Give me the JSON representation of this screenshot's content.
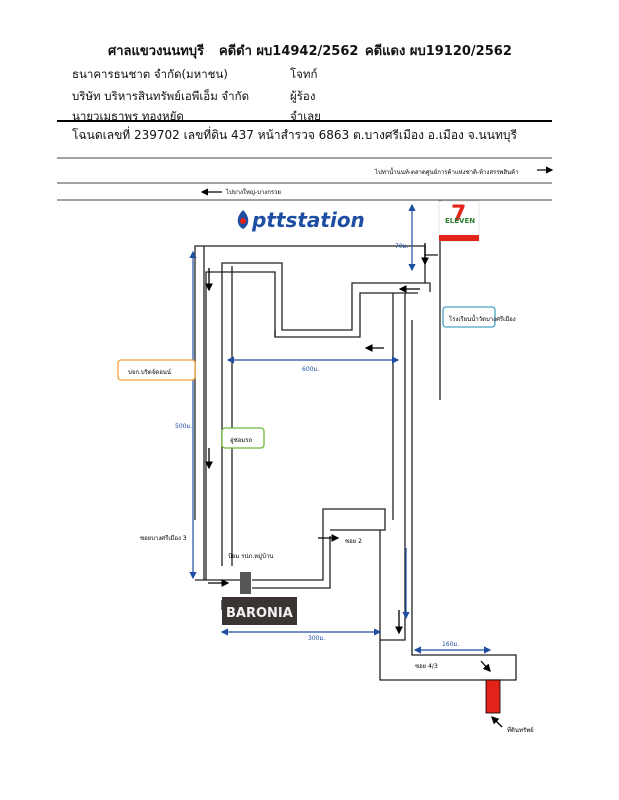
{
  "header": {
    "court": "ศาลแขวงนนทบุรี",
    "black_case": "คดีดำ ผบ14942/2562",
    "red_case": "คดีแดง ผบ19120/2562"
  },
  "parties": [
    {
      "name": "ธนาคารธนชาต จำกัด(มหาชน)",
      "role": "โจทก์"
    },
    {
      "name": "บริษัท บริหารสินทรัพย์เอพีเอ็ม จำกัด",
      "role": "ผู้ร้อง"
    },
    {
      "name": "นายวเมธาพร ทองหยัด",
      "role": "จำเลย"
    }
  ],
  "deed": "โฉนดเลขที่ 239702 เลขที่ดิน 437 หน้าสำรวจ 6863 ต.บางศรีเมือง อ.เมือง จ.นนทบุรี",
  "map": {
    "road_top_right": "ไปท่าน้ำนนท์-ตลาดศูนย์การค้าแห่งชาติ-ห้างสรรพสินค้า",
    "road_top_left": "ไปบางใหญ่-บางกรวย",
    "ptt_logo": "pttstation",
    "seven_eleven": "ELEVEN",
    "school": "โรงเรียนน้ำวัดบางศรีเมือง",
    "company": "บจก.บริดจ์ดอนน์",
    "market": "อู่ซ่อมรถ",
    "soi_bangsri": "ซอยบางศรีเมือง 3",
    "checkpoint": "ป้อม รปภ.หมู่บ้าน",
    "baronia": "BARONIA",
    "soi2": "ซอย 2",
    "soi43": "ซอย 4/3",
    "property": "ที่ดินทรัพย์",
    "dist_70": "70ม.",
    "dist_600": "600ม.",
    "dist_500": "500ม.",
    "dist_300": "300ม.",
    "dist_160": "160ม.",
    "colors": {
      "blue": "#1f4fa3",
      "orange": "#f2a23a",
      "green": "#6cba3c",
      "teal": "#4aa3c7",
      "red": "#e2231a"
    }
  }
}
